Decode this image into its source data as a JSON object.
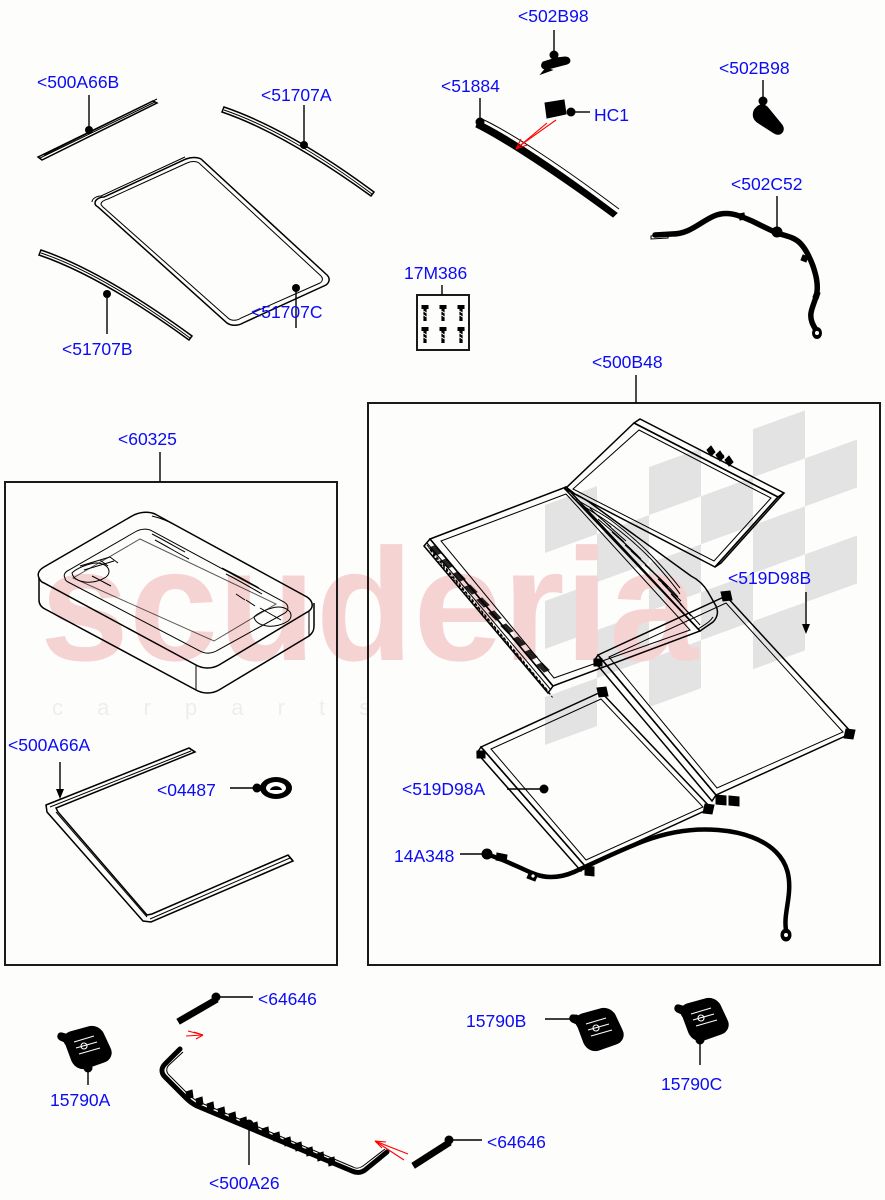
{
  "diagram": {
    "title": "Sliding Roof Mechanism And Panoramic Roof",
    "background": "#ffffff",
    "label_color": "#0b0bf5",
    "line_color": "#000000",
    "highlight_color": "#ff0000"
  },
  "watermark": {
    "brand": "scuderia",
    "subtitle": "c a r p a r t s",
    "brand_color": "#f6d3d3",
    "flag_color": "#e3e3e3"
  },
  "labels": {
    "seal_front_500A66B": "<500A66B",
    "trim_51707A": "<51707A",
    "trim_51707B": "<51707B",
    "trim_51707C": "<51707C",
    "clip_502B98_left": "<502B98",
    "rail_51884": "<51884",
    "clip_hc1": "HC1",
    "clip_502B98_right": "<502B98",
    "harness_502C52": "<502C52",
    "screws_17M386": "17M386",
    "roof_assy_500B48": "<500B48",
    "frame_60325": "<60325",
    "blind_519D98B": "<519D98B",
    "blind_519D98A": "<519D98A",
    "cable_14A348": "14A348",
    "seal_500A66A": "<500A66A",
    "grommet_04487": "<04487",
    "motor_15790A": "15790A",
    "motor_15790B": "15790B",
    "motor_15790C": "15790C",
    "drain_500A26": "<500A26",
    "plug_64646_top": "<64646",
    "plug_64646_bottom": "<64646"
  },
  "groups": [
    {
      "name": "frame-group",
      "label": "<60325",
      "box": true
    },
    {
      "name": "roof-assembly-group",
      "label": "<500B48",
      "box": true
    }
  ],
  "parts": [
    {
      "ref": "<500A66B",
      "kind": "weatherstrip"
    },
    {
      "ref": "<51707A",
      "kind": "trim-strip"
    },
    {
      "ref": "<51707B",
      "kind": "trim-strip"
    },
    {
      "ref": "<51707C",
      "kind": "seal-frame"
    },
    {
      "ref": "<502B98",
      "kind": "clip"
    },
    {
      "ref": "<51884",
      "kind": "guide-rail"
    },
    {
      "ref": "HC1",
      "kind": "retainer-clip"
    },
    {
      "ref": "<502C52",
      "kind": "wiring-harness"
    },
    {
      "ref": "17M386",
      "kind": "screw-pack",
      "count": 6
    },
    {
      "ref": "<500B48",
      "kind": "panoramic-roof-assembly"
    },
    {
      "ref": "<519D98B",
      "kind": "sunblind-rear"
    },
    {
      "ref": "<519D98A",
      "kind": "sunblind-front"
    },
    {
      "ref": "14A348",
      "kind": "wiring-lead"
    },
    {
      "ref": "<60325",
      "kind": "roof-opening-frame"
    },
    {
      "ref": "<500A66A",
      "kind": "seal"
    },
    {
      "ref": "<04487",
      "kind": "grommet"
    },
    {
      "ref": "15790A",
      "kind": "motor"
    },
    {
      "ref": "15790B",
      "kind": "motor"
    },
    {
      "ref": "15790C",
      "kind": "motor"
    },
    {
      "ref": "<500A26",
      "kind": "drain-channel"
    },
    {
      "ref": "<64646",
      "kind": "drain-plug"
    }
  ]
}
